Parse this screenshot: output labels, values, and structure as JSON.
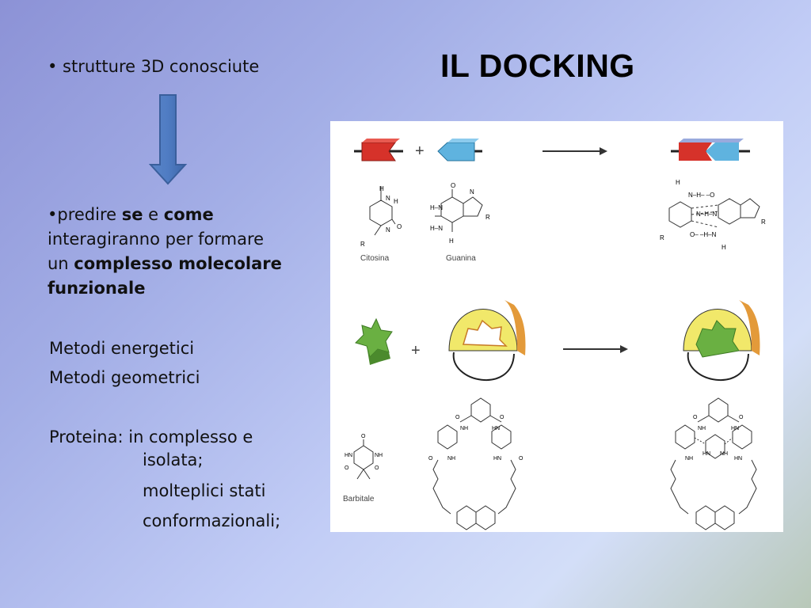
{
  "title": "IL DOCKING",
  "bullets": {
    "b1": "• strutture 3D conosciute",
    "b2_prefix": "•predire ",
    "b2_se": "se",
    "b2_e": " e ",
    "b2_come": "come",
    "b2_line2": "interagiranno per formare",
    "b2_un": "un ",
    "b2_complesso": "complesso molecolare",
    "b2_funzionale": "funzionale"
  },
  "methods": [
    "Metodi energetici",
    "Metodi geometrici"
  ],
  "protein": {
    "line1": "Proteina: in complesso e",
    "line2": "isolata;",
    "line3": "molteplici stati",
    "line4": "conformazionali;"
  },
  "figure": {
    "labels": {
      "citosina": "Citosina",
      "guanina": "Guanina",
      "barbitale": "Barbitale"
    },
    "colors": {
      "red_block": "#d6322a",
      "blue_block": "#5fb3df",
      "green_star": "#6ab042",
      "yellow_cup": "#f1e86a",
      "orange_cup": "#e39a3a"
    }
  }
}
